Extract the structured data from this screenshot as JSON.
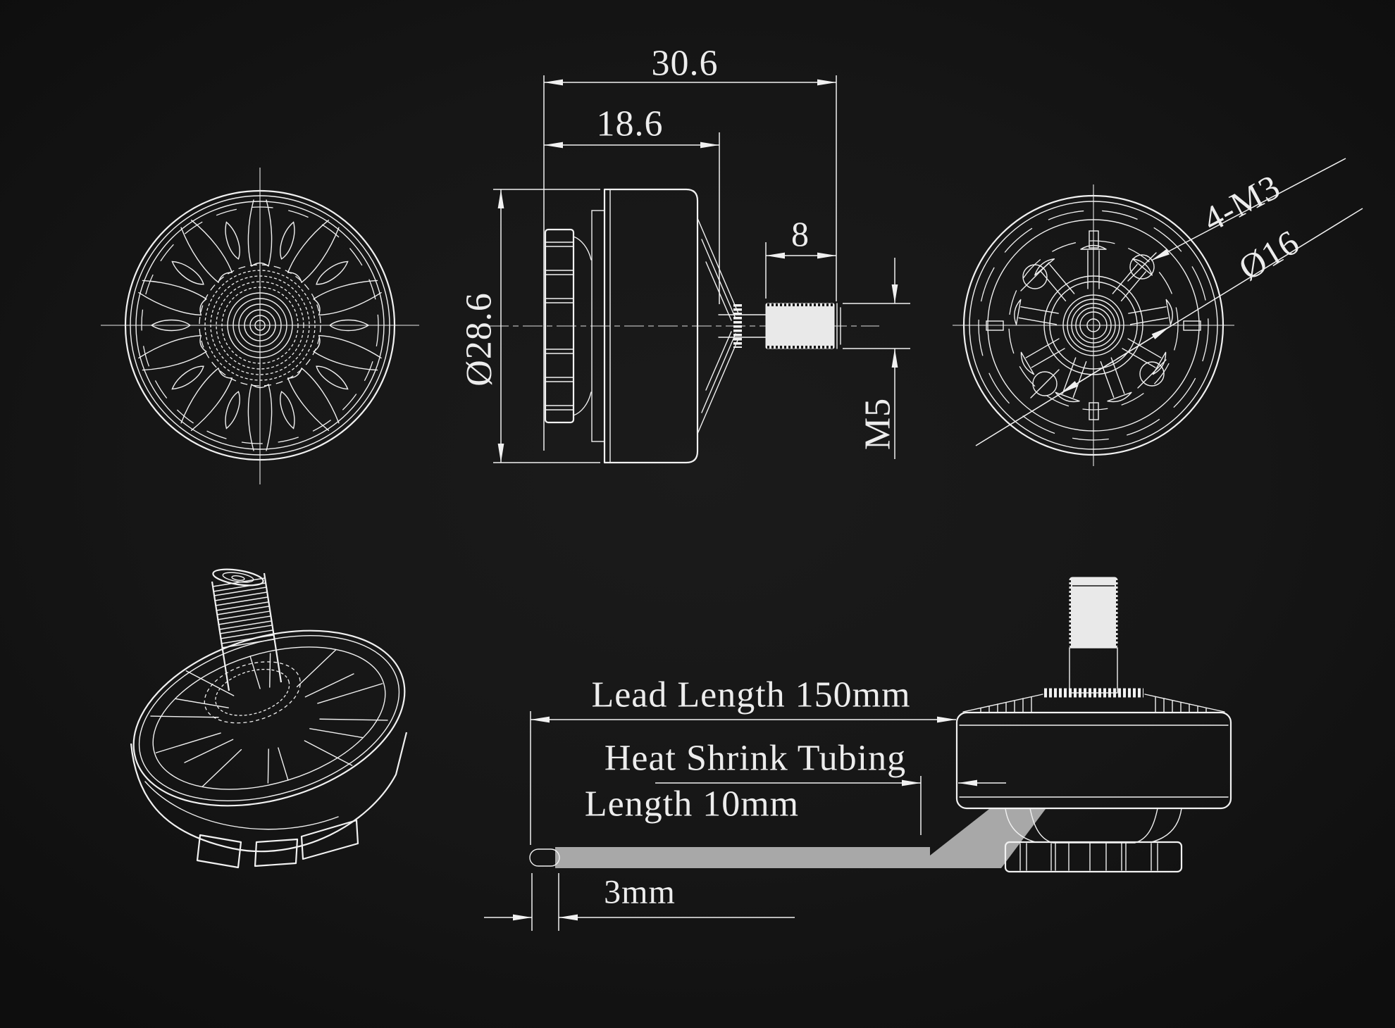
{
  "drawing": {
    "subject": "brushless-motor-dimension-drawing",
    "colors": {
      "background": "#161616",
      "line": "#f1f1f1",
      "wire": "#a8a8a8"
    },
    "views": {
      "side": {
        "dims": {
          "overall_length": "30.6",
          "bell_length": "18.6",
          "shaft_length": "8",
          "bell_diameter": "Ø28.6",
          "shaft_thread": "M5"
        }
      },
      "rear": {
        "dims": {
          "mount_holes": "4-M3",
          "mount_circle_diameter": "Ø16"
        }
      },
      "wire": {
        "labels": {
          "lead_length": "Lead Length 150mm",
          "heat_shrink_line1": "Heat Shrink Tubing",
          "heat_shrink_line2": "Length 10mm",
          "bare_lead": "3mm"
        }
      }
    }
  }
}
